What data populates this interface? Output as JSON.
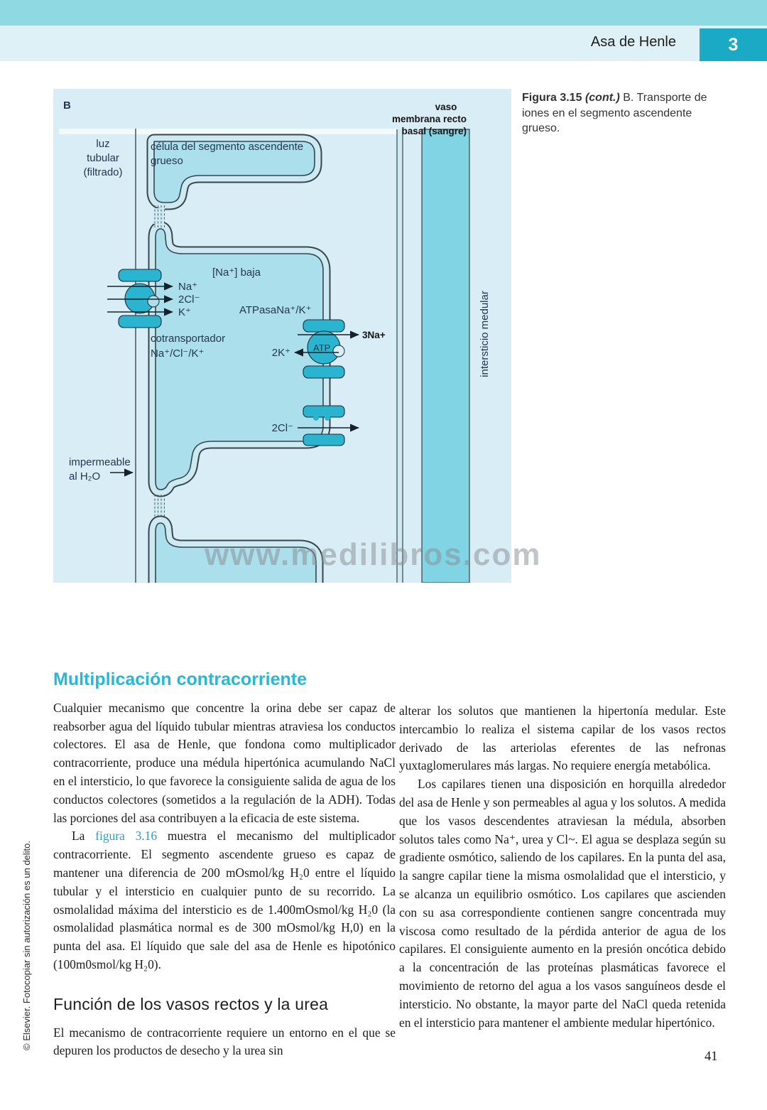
{
  "header": {
    "chapter_title": "Asa de Henle",
    "chapter_number": "3"
  },
  "figure": {
    "panel_label": "B",
    "caption": {
      "figure_label": "Figura 3.15",
      "cont": "(cont.)",
      "text": " B. Transporte de iones en el segmento ascendente grueso."
    },
    "labels": {
      "luz_1": "luz",
      "luz_2": "tubular",
      "luz_3": "(filtrado)",
      "celula_1": "célula del segmento ascendente",
      "celula_2": "grueso",
      "na_baja": "[Na⁺] baja",
      "ion_na": "Na⁺",
      "ion_2cl": "2Cl⁻",
      "ion_k": "K⁺",
      "cotransportador_1": "cotransportador",
      "cotransportador_2": "Na⁺/Cl⁻/K⁺",
      "atpasa": "ATPasaNa⁺/K⁺",
      "atp": "ATP",
      "na3": "3Na+",
      "k2": "2K⁺",
      "cl2": "2Cl⁻",
      "impermeable_1": "impermeable",
      "impermeable_2": "al H₂O",
      "vaso": "vaso",
      "membrana_recto": "membrana recto",
      "basal_sangre": "basal (sangre)",
      "intersticio": "intersticio medular"
    },
    "watermark": "www.medilibros.com"
  },
  "content": {
    "section1": {
      "heading": "Multiplicación contracorriente",
      "p1": "Cualquier mecanismo que concentre la orina debe ser capaz de reabsorber agua del líquido tubular mientras atraviesa los conductos colectores. El asa de Henle, que fondona como multiplicador contracorriente, produce una médula hipertónica acumulando NaCl en el intersticio, lo que favorece la consiguiente salida de agua de los conductos colectores (sometidos a la regulación de la ADH). Todas las porciones del asa contribuyen a la eficacia de este sistema.",
      "p2_before": "La ",
      "p2_link": "figura 3.16",
      "p2_after": " muestra el mecanismo del multiplicador contracorriente. El segmento ascendente grueso es capaz de mantener una diferencia de 200 mOsmol/kg H₂0 entre el líquido tubular y el intersticio en cualquier punto de su recorrido. La osmolalidad máxima del intersticio es de 1.400mOsmol/kg H₂0 (la osmolalidad plasmática normal es de 300 mOsmol/kg H,0) en la punta del asa. El líquido que sale del asa de Henle es hipotónico (100m0smol/kg H₂0).",
      "p3_right": "alterar los solutos que mantienen la hipertonía medular. Este intercambio lo realiza el sistema capilar de los vasos rectos derivado de las arteriolas eferentes de las nefronas yuxtaglomerulares más largas. No requiere energía metabólica.",
      "p4_right": "Los capilares tienen una disposición en horquilla alrededor del asa de Henle y son permeables al agua y los solutos. A medida que los vasos descendentes atraviesan la médula, absorben solutos tales como Na⁺, urea y Cl~. El agua se desplaza según su gradiente osmótico, saliendo de los capilares. En la punta del asa, la sangre capilar tiene la misma osmolalidad que el intersticio, y se alcanza un equilibrio osmótico. Los capilares que ascienden con su asa correspondiente contienen sangre concentrada muy viscosa como resultado de la pérdida anterior de agua de los capilares. El consiguiente aumento en la presión oncótica debido a la concentración de las proteínas plasmáticas favorece el movimiento de retorno del agua a los vasos sanguíneos desde el intersticio. No obstante, la mayor parte del NaCl queda retenida en el intersticio para mantener el ambiente medular hipertónico."
    },
    "section2": {
      "heading": "Función de los vasos rectos y la urea",
      "p1": "El mecanismo de contracorriente requiere un entorno en el que se depuren los productos de desecho y la urea sin"
    }
  },
  "sidebar": {
    "copyright": "© Elsevier. Fotocopiar sin autorización es un delito."
  },
  "footer": {
    "page_number": "41"
  },
  "colors": {
    "header_band": "#8ed9e2",
    "header_light": "#ddf1f6",
    "chapter_box": "#1baac6",
    "heading_teal": "#27b7d7",
    "link_teal": "#2f9ec0",
    "figure_bg": "#d9edf6",
    "cell_interior": "#abdfec",
    "cell_margin": "#cdeaf3",
    "transporter": "#2ab4d0",
    "vaso_recto": "#80d4e3"
  }
}
